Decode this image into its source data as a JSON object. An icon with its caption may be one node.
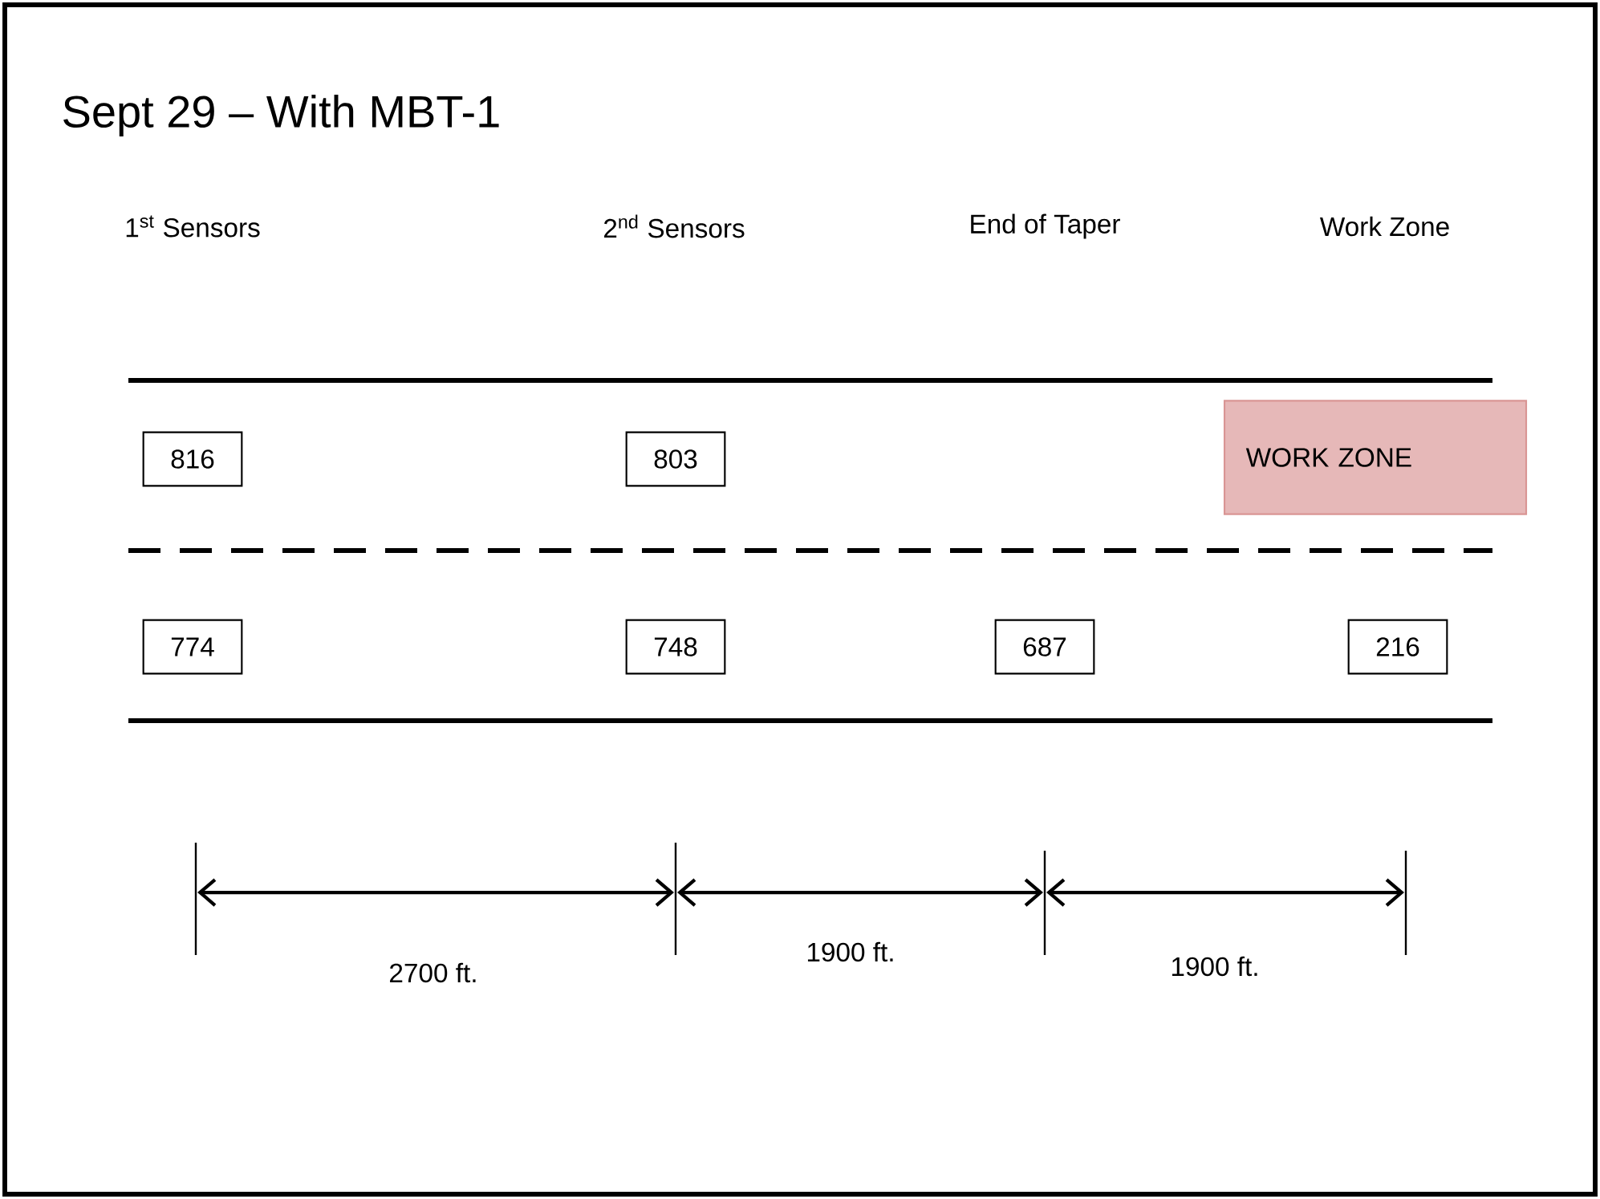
{
  "diagram": {
    "title": "Sept 29 – With MBT-1",
    "nodes": [
      {
        "text": [
          "816"
        ]
      },
      {
        "text": [
          "803"
        ]
      },
      {
        "text": [
          "WORK ZONE"
        ]
      },
      {
        "text": [
          "774"
        ]
      },
      {
        "text": [
          "748"
        ]
      },
      {
        "text": [
          "687"
        ]
      },
      {
        "text": [
          "216"
        ]
      }
    ],
    "labels": [
      "1$^{st}$ Sensors",
      "2$^{nd}$ Sensors",
      "End of Taper",
      "Work Zone",
      "2700 ft.",
      "1900 ft.",
      "1900 ft."
    ]
  }
}
